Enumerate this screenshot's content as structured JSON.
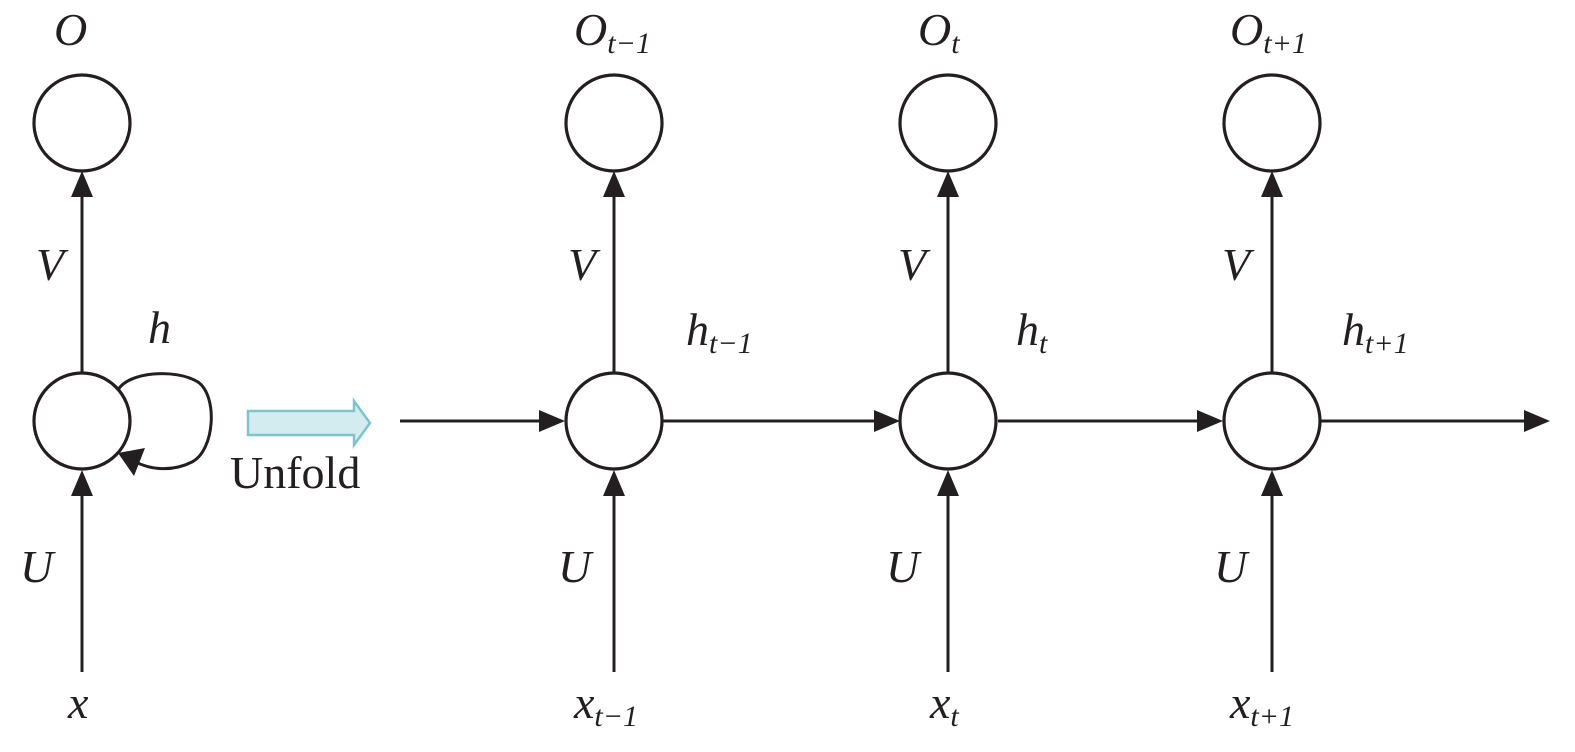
{
  "folded": {
    "output_label": "O",
    "weight_v": "V",
    "hidden_label": "h",
    "weight_u": "U",
    "input_label": "x"
  },
  "unfold_arrow": {
    "label": "Unfold",
    "fill_color": "#d3ecef",
    "stroke_color": "#7fc3cc"
  },
  "steps": [
    {
      "output_base": "O",
      "output_sub": "t−1",
      "weight_v": "V",
      "hidden_base": "h",
      "hidden_sub": "t−1",
      "weight_u": "U",
      "input_base": "x",
      "input_sub": "t−1"
    },
    {
      "output_base": "O",
      "output_sub": "t",
      "weight_v": "V",
      "hidden_base": "h",
      "hidden_sub": "t",
      "weight_u": "U",
      "input_base": "x",
      "input_sub": "t"
    },
    {
      "output_base": "O",
      "output_sub": "t+1",
      "weight_v": "V",
      "hidden_base": "h",
      "hidden_sub": "t+1",
      "weight_u": "U",
      "input_base": "x",
      "input_sub": "t+1"
    }
  ]
}
